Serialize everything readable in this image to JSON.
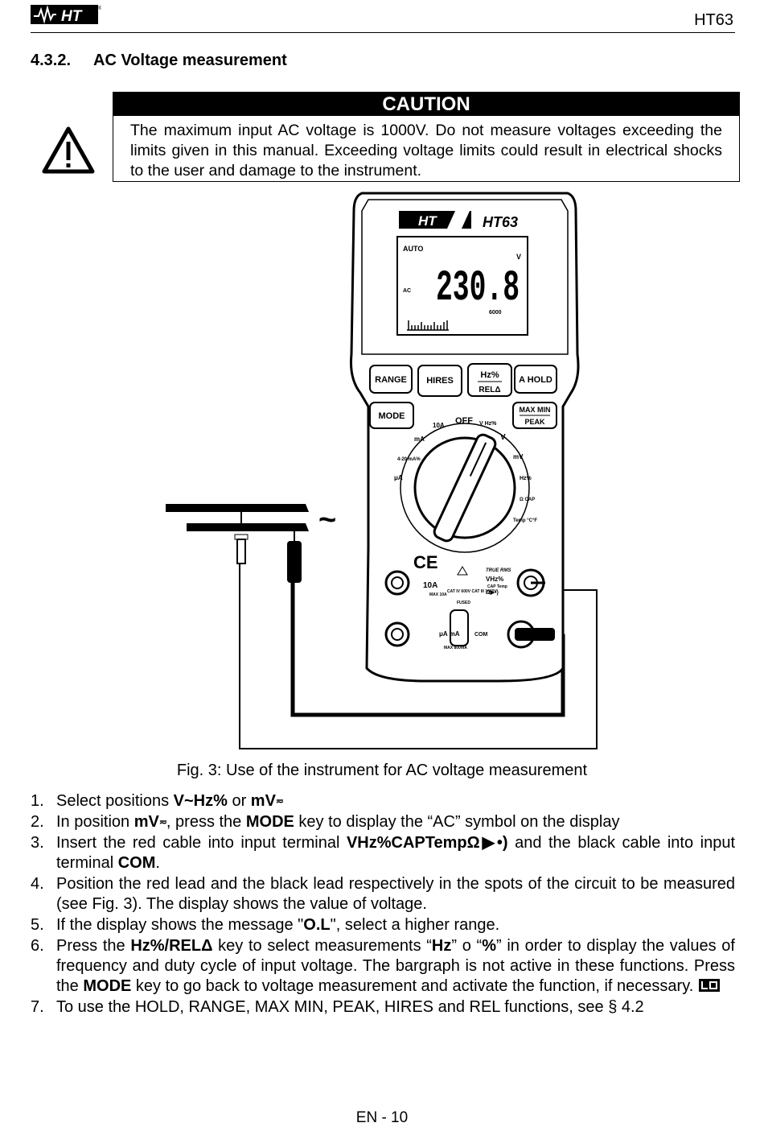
{
  "header": {
    "logo_text": "HT",
    "model": "HT63"
  },
  "section": {
    "number": "4.3.2.",
    "title": "AC Voltage measurement"
  },
  "caution": {
    "title": "CAUTION",
    "text": "The maximum input AC voltage is 1000V. Do not measure voltages exceeding the limits given in this manual. Exceeding voltage limits could result in electrical shocks to the user and damage to the instrument."
  },
  "figure": {
    "brand": "HT",
    "model": "HT63",
    "display": {
      "auto": "AUTO",
      "value": "230.8",
      "unit": "V",
      "ac": "AC",
      "range": "6000"
    },
    "buttons": {
      "range": "RANGE",
      "hires": "HIRES",
      "hz": "Hz%",
      "rel": "RELΔ",
      "ahold": "A HOLD",
      "mode": "MODE",
      "maxmin": "MAX MIN",
      "peak": "PEAK"
    },
    "dial": {
      "off": "OFF",
      "a10": "10A",
      "ma": "mA",
      "ma420": "4-20 mA%",
      "ua": "μA",
      "vhz": "V Hz%",
      "v": "V",
      "mv": "mV",
      "hzp": "Hz%",
      "ohm": "Ω CAP",
      "temp": "Temp °C°F"
    },
    "terminals": {
      "a10": "10A",
      "a10_max": "MAX 10A",
      "cat": "CAT IV 600V CAT III 1000V",
      "fused": "FUSED",
      "ua": "μA mA",
      "ua_max": "MAX 800mA",
      "com": "COM",
      "truerms": "TRUE RMS",
      "vhz": "VHz%",
      "captemp": "CAP Temp",
      "ohm": "Ω▶•)"
    },
    "ac_symbol": "~",
    "ce": "CE",
    "caption": "Fig. 3: Use of the instrument for AC voltage measurement"
  },
  "steps": [
    {
      "n": "1.",
      "parts": [
        "Select positions ",
        "V~Hz%",
        " or ",
        "mV",
        ""
      ]
    },
    {
      "n": "2.",
      "parts": [
        "In position ",
        "mV",
        ", press the ",
        "MODE",
        " key to display the “AC” symbol on the display"
      ]
    },
    {
      "n": "3.",
      "parts": [
        "Insert the red cable into input terminal ",
        "VHz%CAPTempΩ▶•)",
        " and the black cable into input terminal ",
        "COM",
        "."
      ]
    },
    {
      "n": "4.",
      "parts": [
        "Position the red lead and the black lead respectively in the spots of the circuit to be measured (see Fig. 3). The display shows the value of voltage."
      ]
    },
    {
      "n": "5.",
      "parts": [
        "If the display shows the message \"",
        "O.L",
        "\", select a higher range."
      ]
    },
    {
      "n": "6.",
      "parts": [
        "Press the ",
        "Hz%/RELΔ",
        " key to select measurements “",
        "Hz",
        "” o “",
        "%",
        "” in order to display the values of frequency and duty cycle of input voltage. The bargraph is not active in these functions. Press the ",
        "MODE",
        " key to go back to voltage measurement and activate the function, if necessary."
      ]
    },
    {
      "n": "7.",
      "parts": [
        "To use the HOLD, RANGE, MAX MIN, PEAK, HIRES and REL functions, see § 4.2"
      ]
    }
  ],
  "footer": "EN - 10"
}
